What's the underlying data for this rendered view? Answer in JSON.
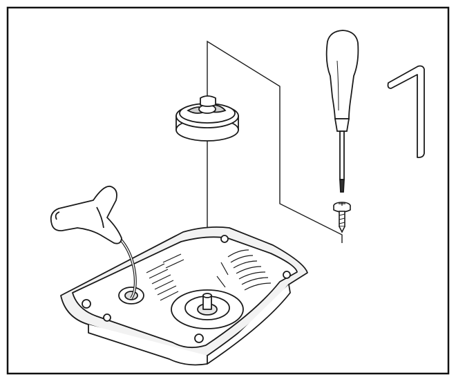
{
  "figure": {
    "kind": "technical line illustration",
    "colors": {
      "line": "#1a1a1a",
      "fill": "#ffffff",
      "shade": "#d9d9d9",
      "frame": "#111111"
    },
    "parts": [
      "frame",
      "rope-handle",
      "starter-cover-housing",
      "rope-rotor",
      "screwdriver",
      "allen-key",
      "screw"
    ]
  }
}
